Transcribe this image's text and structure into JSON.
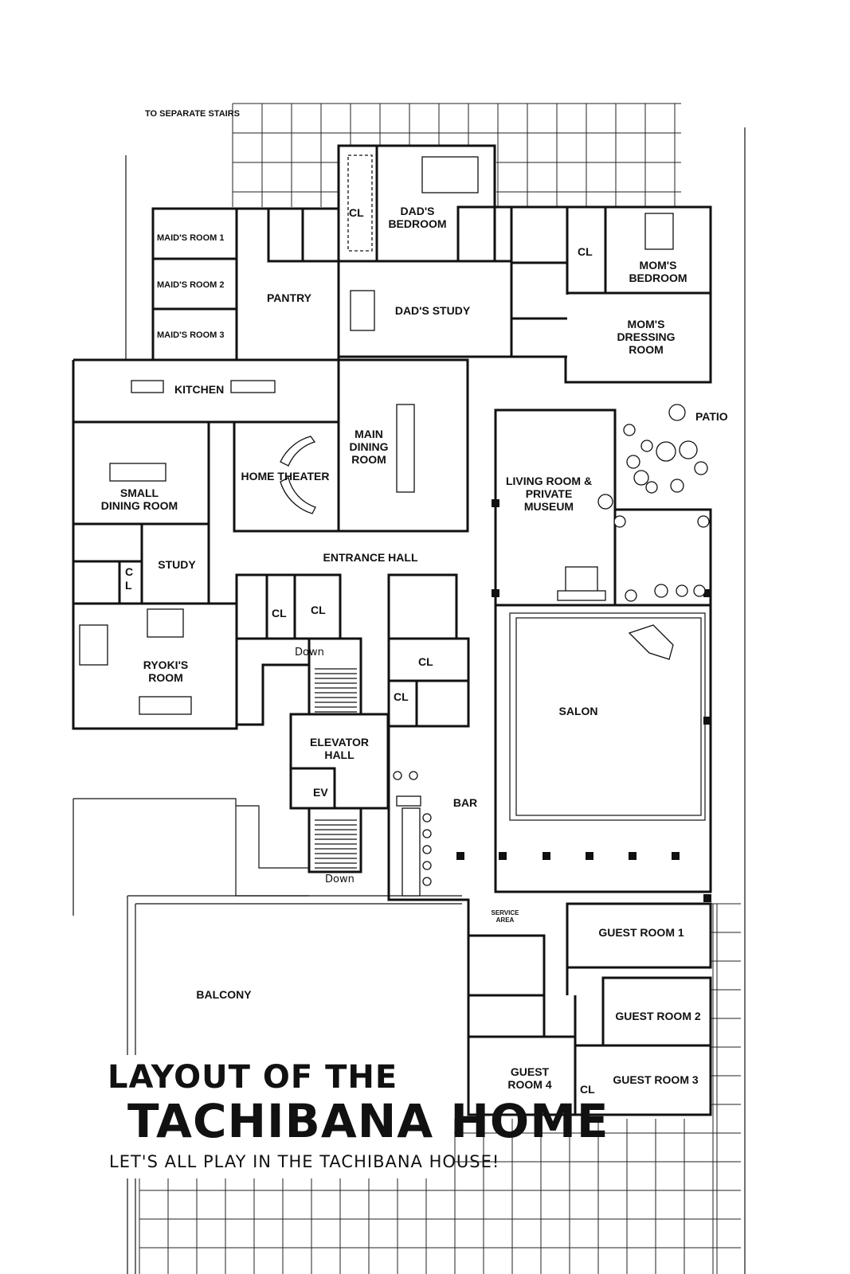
{
  "top_note": "TO SEPARATE STAIRS",
  "rooms": {
    "maids_room_1": "MAID'S ROOM 1",
    "maids_room_2": "MAID'S ROOM 2",
    "maids_room_3": "MAID'S ROOM 3",
    "pantry": "PANTRY",
    "dads_bedroom": [
      "DAD'S",
      "BEDROOM"
    ],
    "dads_study": "DAD'S STUDY",
    "moms_bedroom": [
      "MOM'S",
      "BEDROOM"
    ],
    "moms_dressing_room": [
      "MOM'S",
      "DRESSING",
      "ROOM"
    ],
    "kitchen": "KITCHEN",
    "patio": "PATIO",
    "main_dining_room": [
      "MAIN",
      "DINING",
      "ROOM"
    ],
    "small_dining_room": [
      "SMALL",
      "DINING ROOM"
    ],
    "home_theater": "HOME THEATER",
    "living_room": [
      "LIVING ROOM &",
      "PRIVATE",
      "MUSEUM"
    ],
    "study": "STUDY",
    "entrance_hall": "ENTRANCE HALL",
    "ryokis_room": [
      "RYOKI'S",
      "ROOM"
    ],
    "salon": "SALON",
    "elevator_hall": [
      "ELEVATOR",
      "HALL"
    ],
    "ev": "EV",
    "bar": "BAR",
    "service_area": [
      "SERVICE",
      "AREA"
    ],
    "guest_room_1": "GUEST ROOM 1",
    "guest_room_2": "GUEST ROOM 2",
    "guest_room_3": "GUEST ROOM 3",
    "guest_room_4": [
      "GUEST",
      "ROOM 4"
    ],
    "balcony": "BALCONY"
  },
  "closet_label": "CL",
  "closet_label_vertical": [
    "C",
    "L"
  ],
  "stairs_label": "Down",
  "title": {
    "line1": "LAYOUT OF THE",
    "line2": "TACHIBANA HOME",
    "tagline": "LET'S ALL PLAY IN THE TACHIBANA HOUSE!"
  }
}
